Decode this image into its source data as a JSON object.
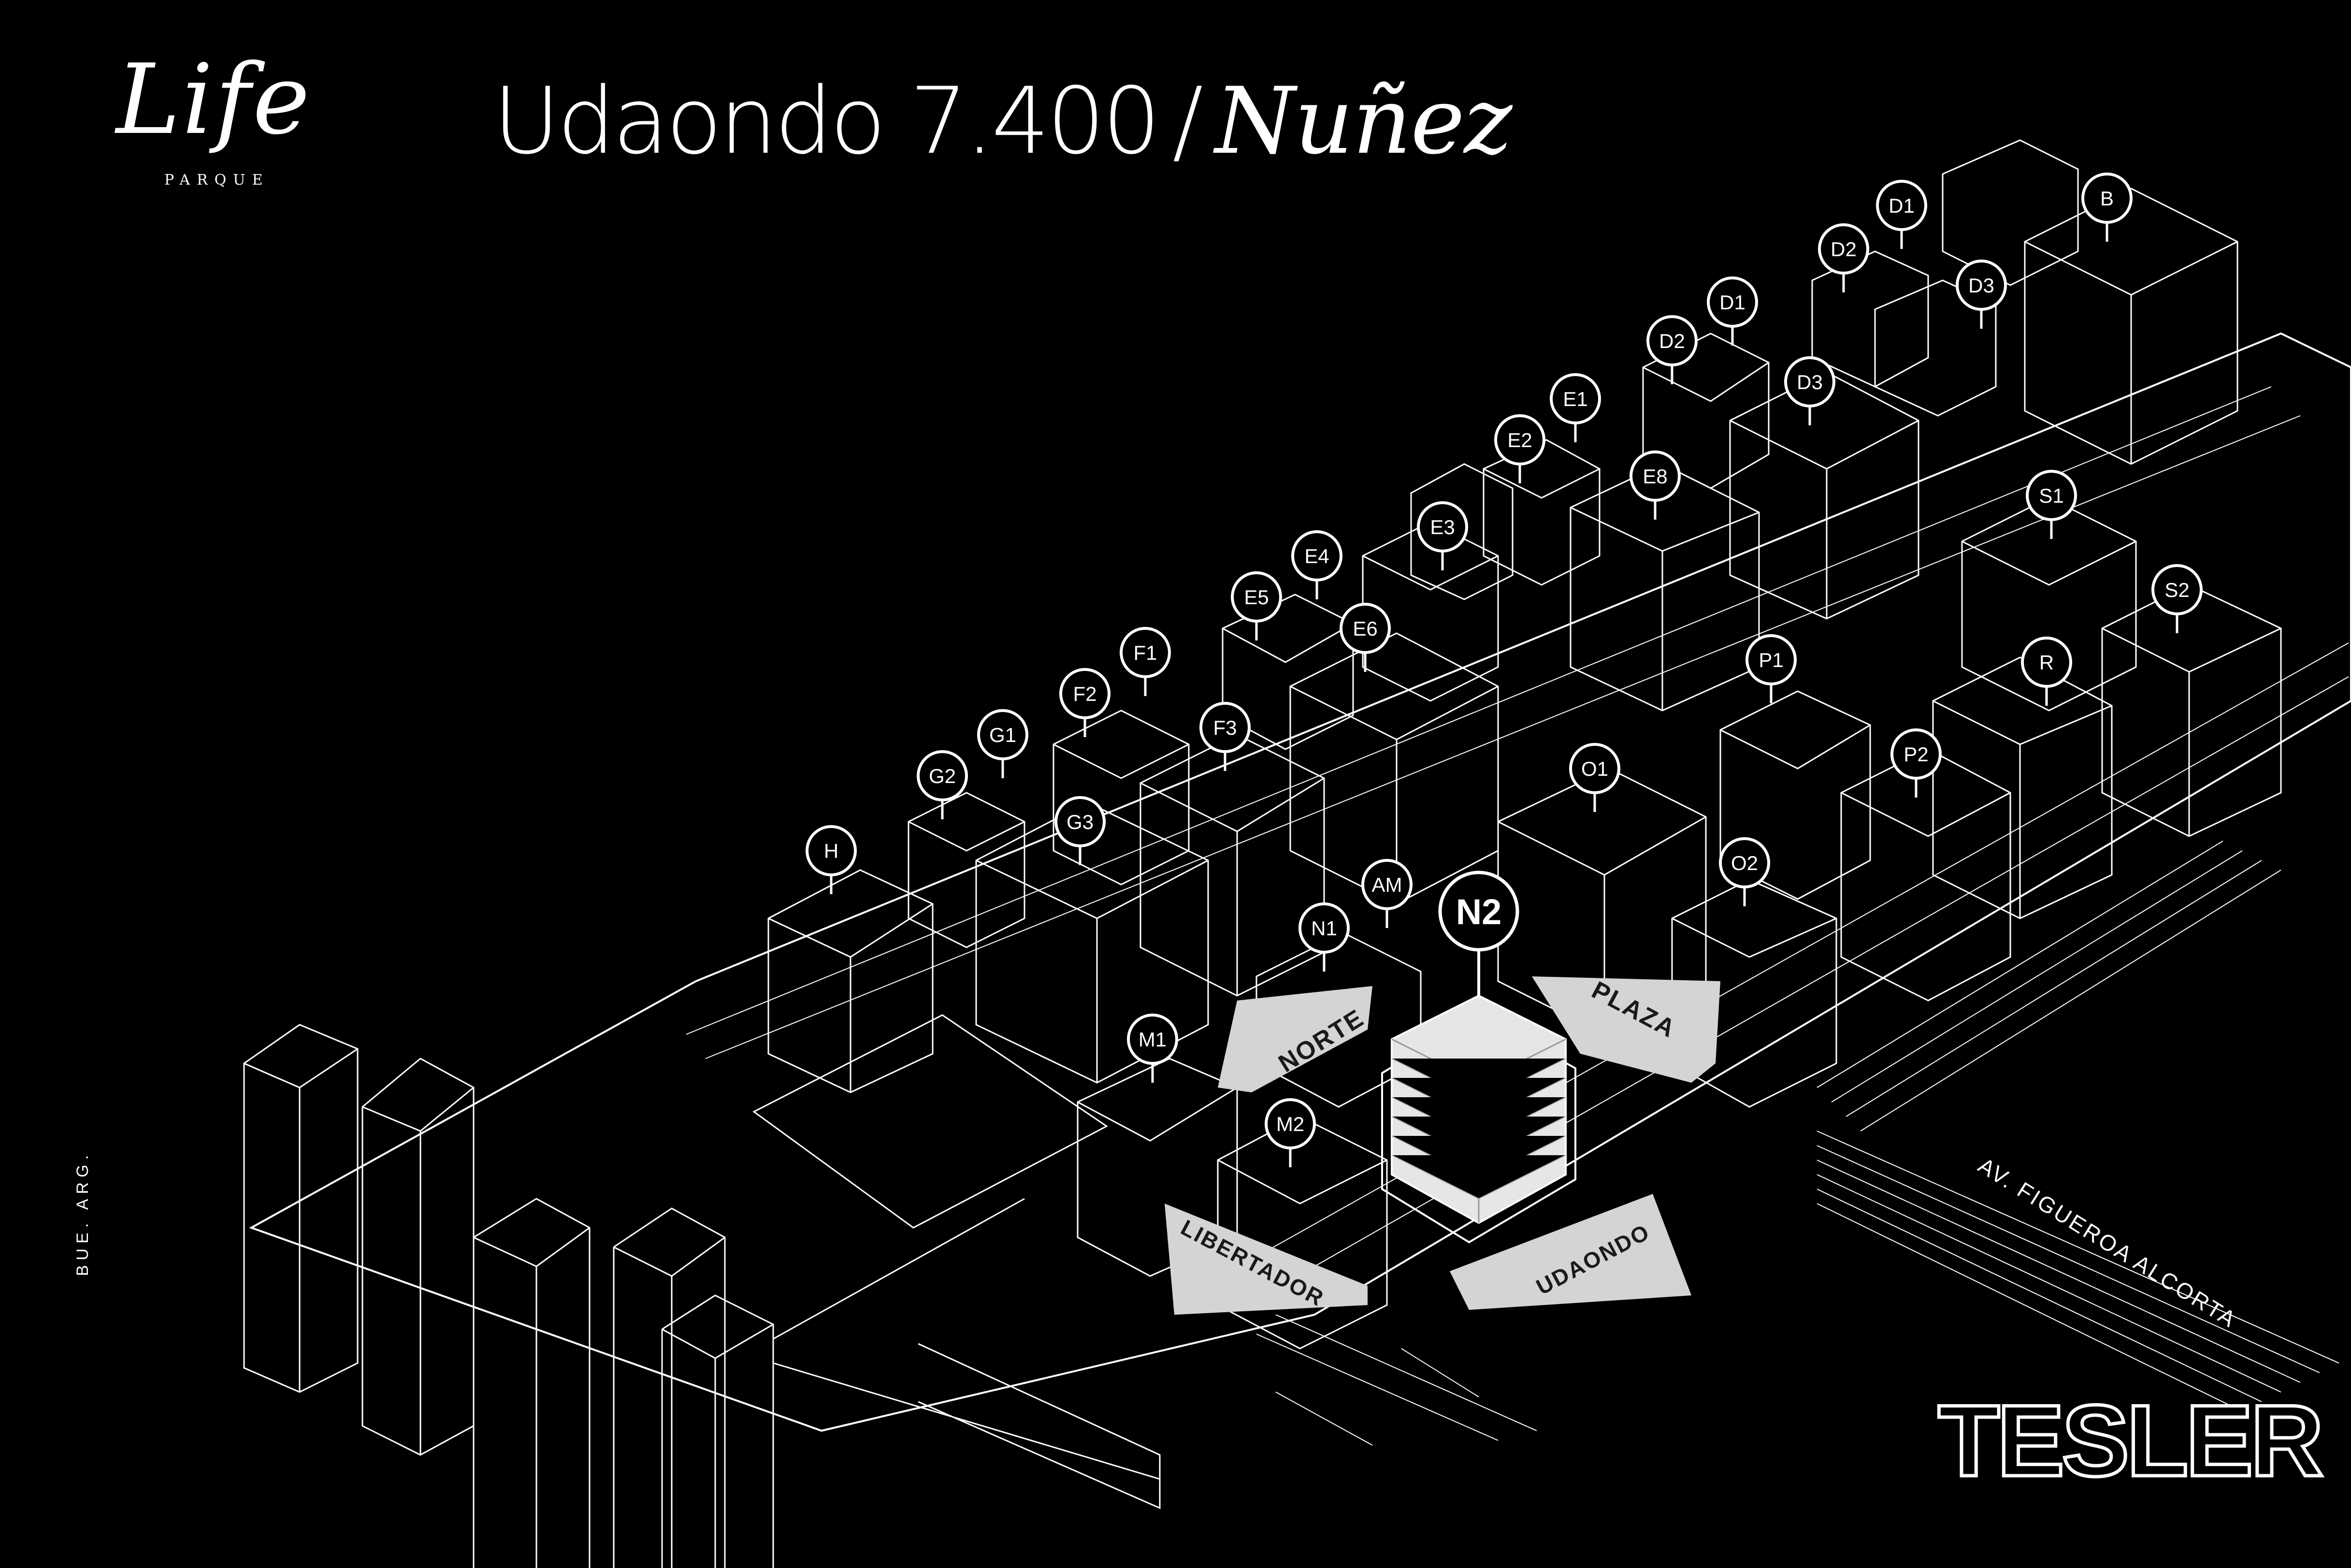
{
  "header": {
    "title_street": "Udaondo 7.400",
    "title_separator": "/",
    "title_area": "Nuñez"
  },
  "logo": {
    "wordmark": "Life",
    "subtitle": "PARQUE"
  },
  "side_text": "BUE. ARG.",
  "brand": "TESLER",
  "highlight": {
    "label": "N2"
  },
  "zones": {
    "norte": "NORTE",
    "plaza": "PLAZA",
    "libertador": "LIBERTADOR",
    "udaondo": "UDAONDO"
  },
  "streets": {
    "figueroa": "AV. FIGUEROA ALCORTA"
  },
  "markers": [
    "D1",
    "B",
    "D2",
    "D3",
    "D1",
    "D2",
    "D3",
    "E1",
    "E2",
    "E8",
    "S1",
    "E3",
    "E4",
    "E5",
    "E6",
    "S2",
    "F1",
    "P1",
    "R",
    "F2",
    "F3",
    "G1",
    "G2",
    "O1",
    "P2",
    "G3",
    "H",
    "AM",
    "O2",
    "N1",
    "M1",
    "M2"
  ],
  "colors": {
    "background": "#000000",
    "line": "#ffffff",
    "zone_fill": "#d4d4d4",
    "highlight": "#ffffff"
  }
}
